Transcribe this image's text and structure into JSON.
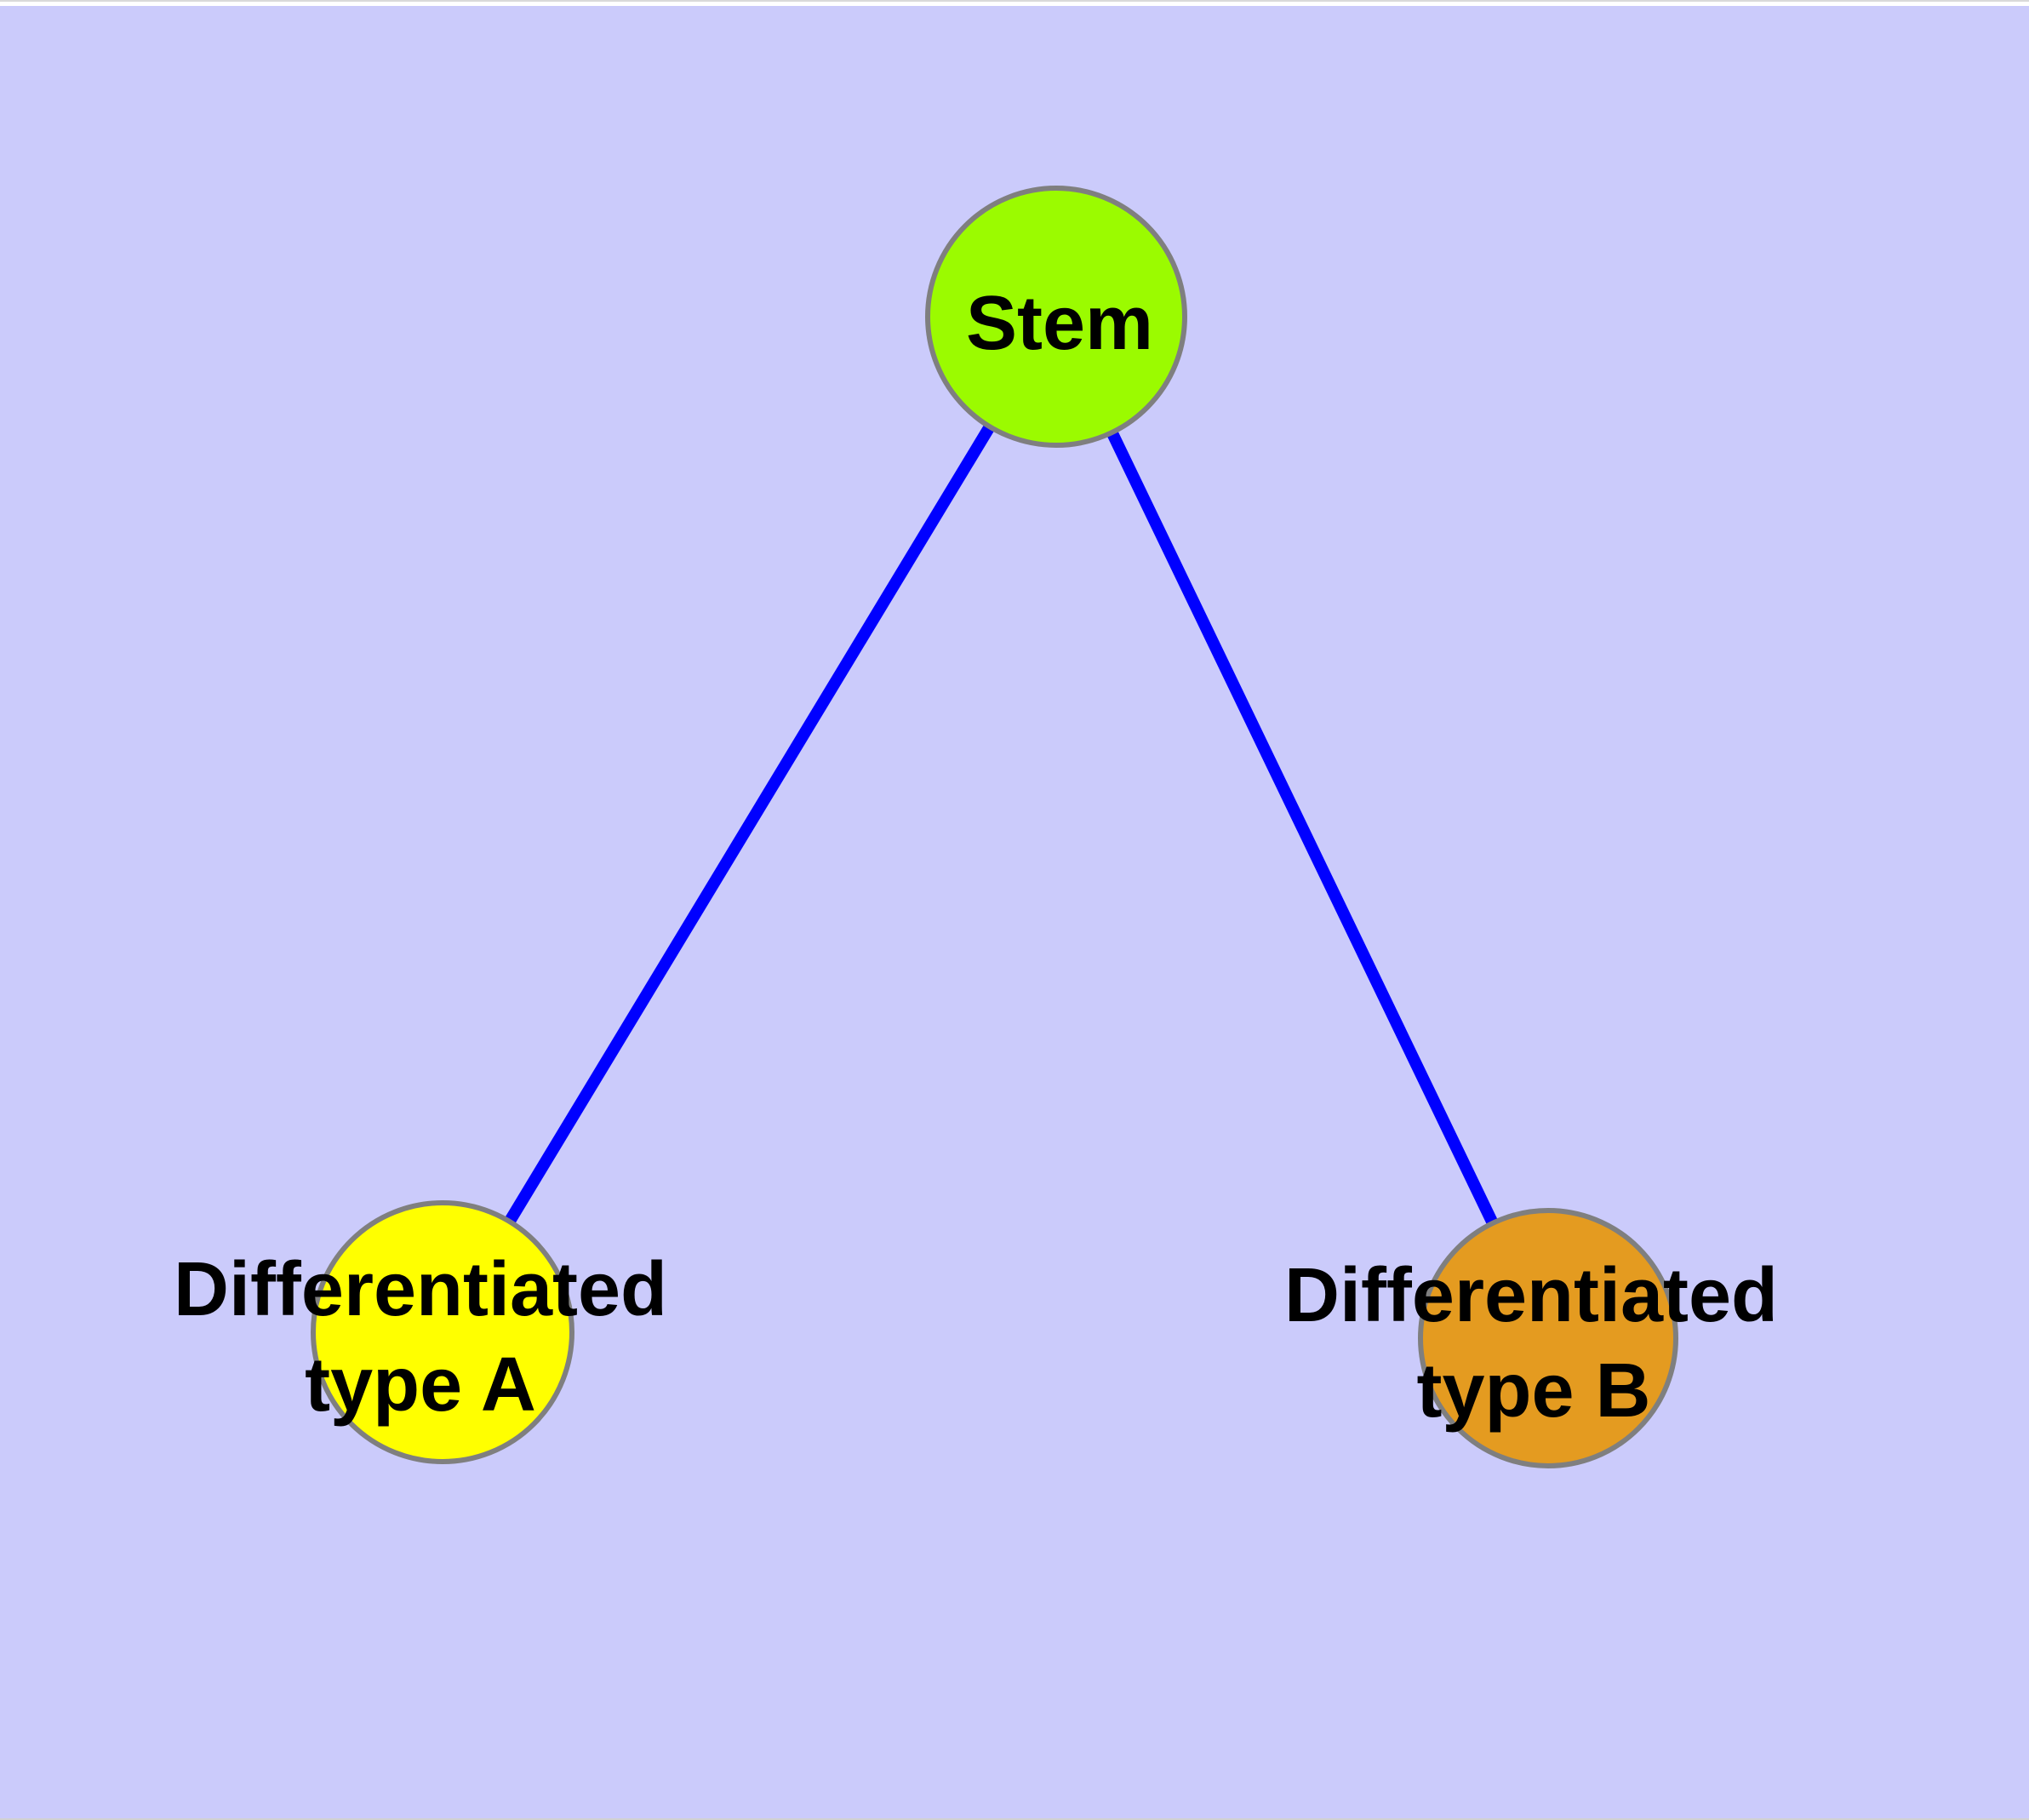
{
  "diagram": {
    "background_color": "#cbcbfb",
    "top_strip_color": "#ffffff",
    "top_hairline_color": "#d9d9d9",
    "bottom_hairline_color": "#d2d2d2",
    "edge_color": "#0000ff",
    "node_border_color": "#7f7f7f",
    "text_color": "#000000",
    "nodes": [
      {
        "id": "stem",
        "label": "Stem",
        "fill_color": "#9bfb00"
      },
      {
        "id": "differentiated-type-a",
        "label_line1": "Differentiated",
        "label_line2": "type A",
        "fill_color": "#ffff00"
      },
      {
        "id": "differentiated-type-b",
        "label_line1": "Differentiated",
        "label_line2": "type B",
        "fill_color": "#e49b20"
      }
    ],
    "edges": [
      {
        "from": "Stem",
        "to": "Differentiated type A"
      },
      {
        "from": "Stem",
        "to": "Differentiated type B"
      }
    ]
  }
}
